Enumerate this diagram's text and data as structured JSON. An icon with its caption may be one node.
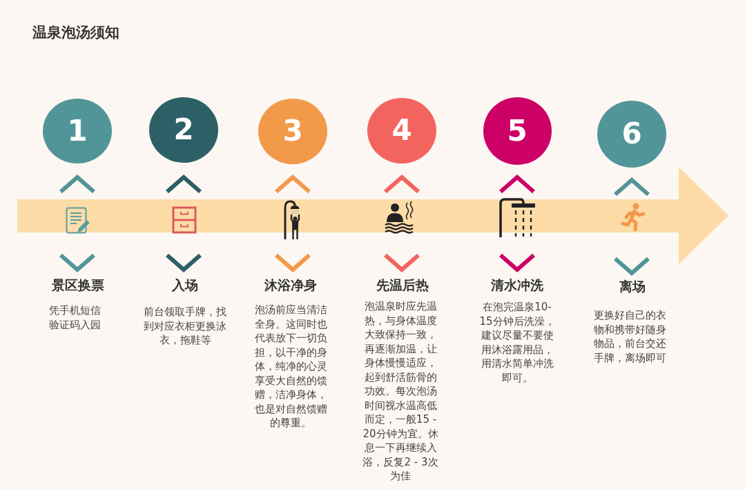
{
  "diagram": {
    "title": "温泉泡汤须知",
    "nodes": [
      {
        "text": [
          "1"
        ],
        "beside": [
          "景区换票",
          "凭手机短信验证码入园"
        ]
      },
      {
        "text": [
          "2"
        ],
        "beside": [
          "入场",
          "前台领取手牌，找到对应衣柜更换泳衣，拖鞋等"
        ]
      },
      {
        "text": [
          "3"
        ],
        "beside": [
          "沐浴净身",
          "泡汤前应当清洁全身。这同时也代表放下一切负担，以干净的身体，纯净的心灵享受大自然的馈赠，洁净身体，也是对自然馈赠的尊重。"
        ]
      },
      {
        "text": [
          "4"
        ],
        "beside": [
          "先温后热",
          "泡温泉时应先温热，与身体温度大致保持一致，再逐渐加温，让身体慢慢适应，起到舒活筋骨的功效。每次泡汤时间视水温高低而定，一般15 - 20分钟为宜。休息一下再继续入浴，反复2 - 3次为佳"
        ]
      },
      {
        "text": [
          "5"
        ],
        "beside": [
          "清水冲洗",
          "在泡完温泉10-15分钟后洗澡，建议尽量不要使用沐浴露用品，用清水简单冲洗即可。"
        ]
      },
      {
        "text": [
          "6"
        ],
        "beside": [
          "离场",
          "更换好自己的衣物和携带好随身物品，前台交还手牌，离场即可"
        ]
      }
    ]
  }
}
